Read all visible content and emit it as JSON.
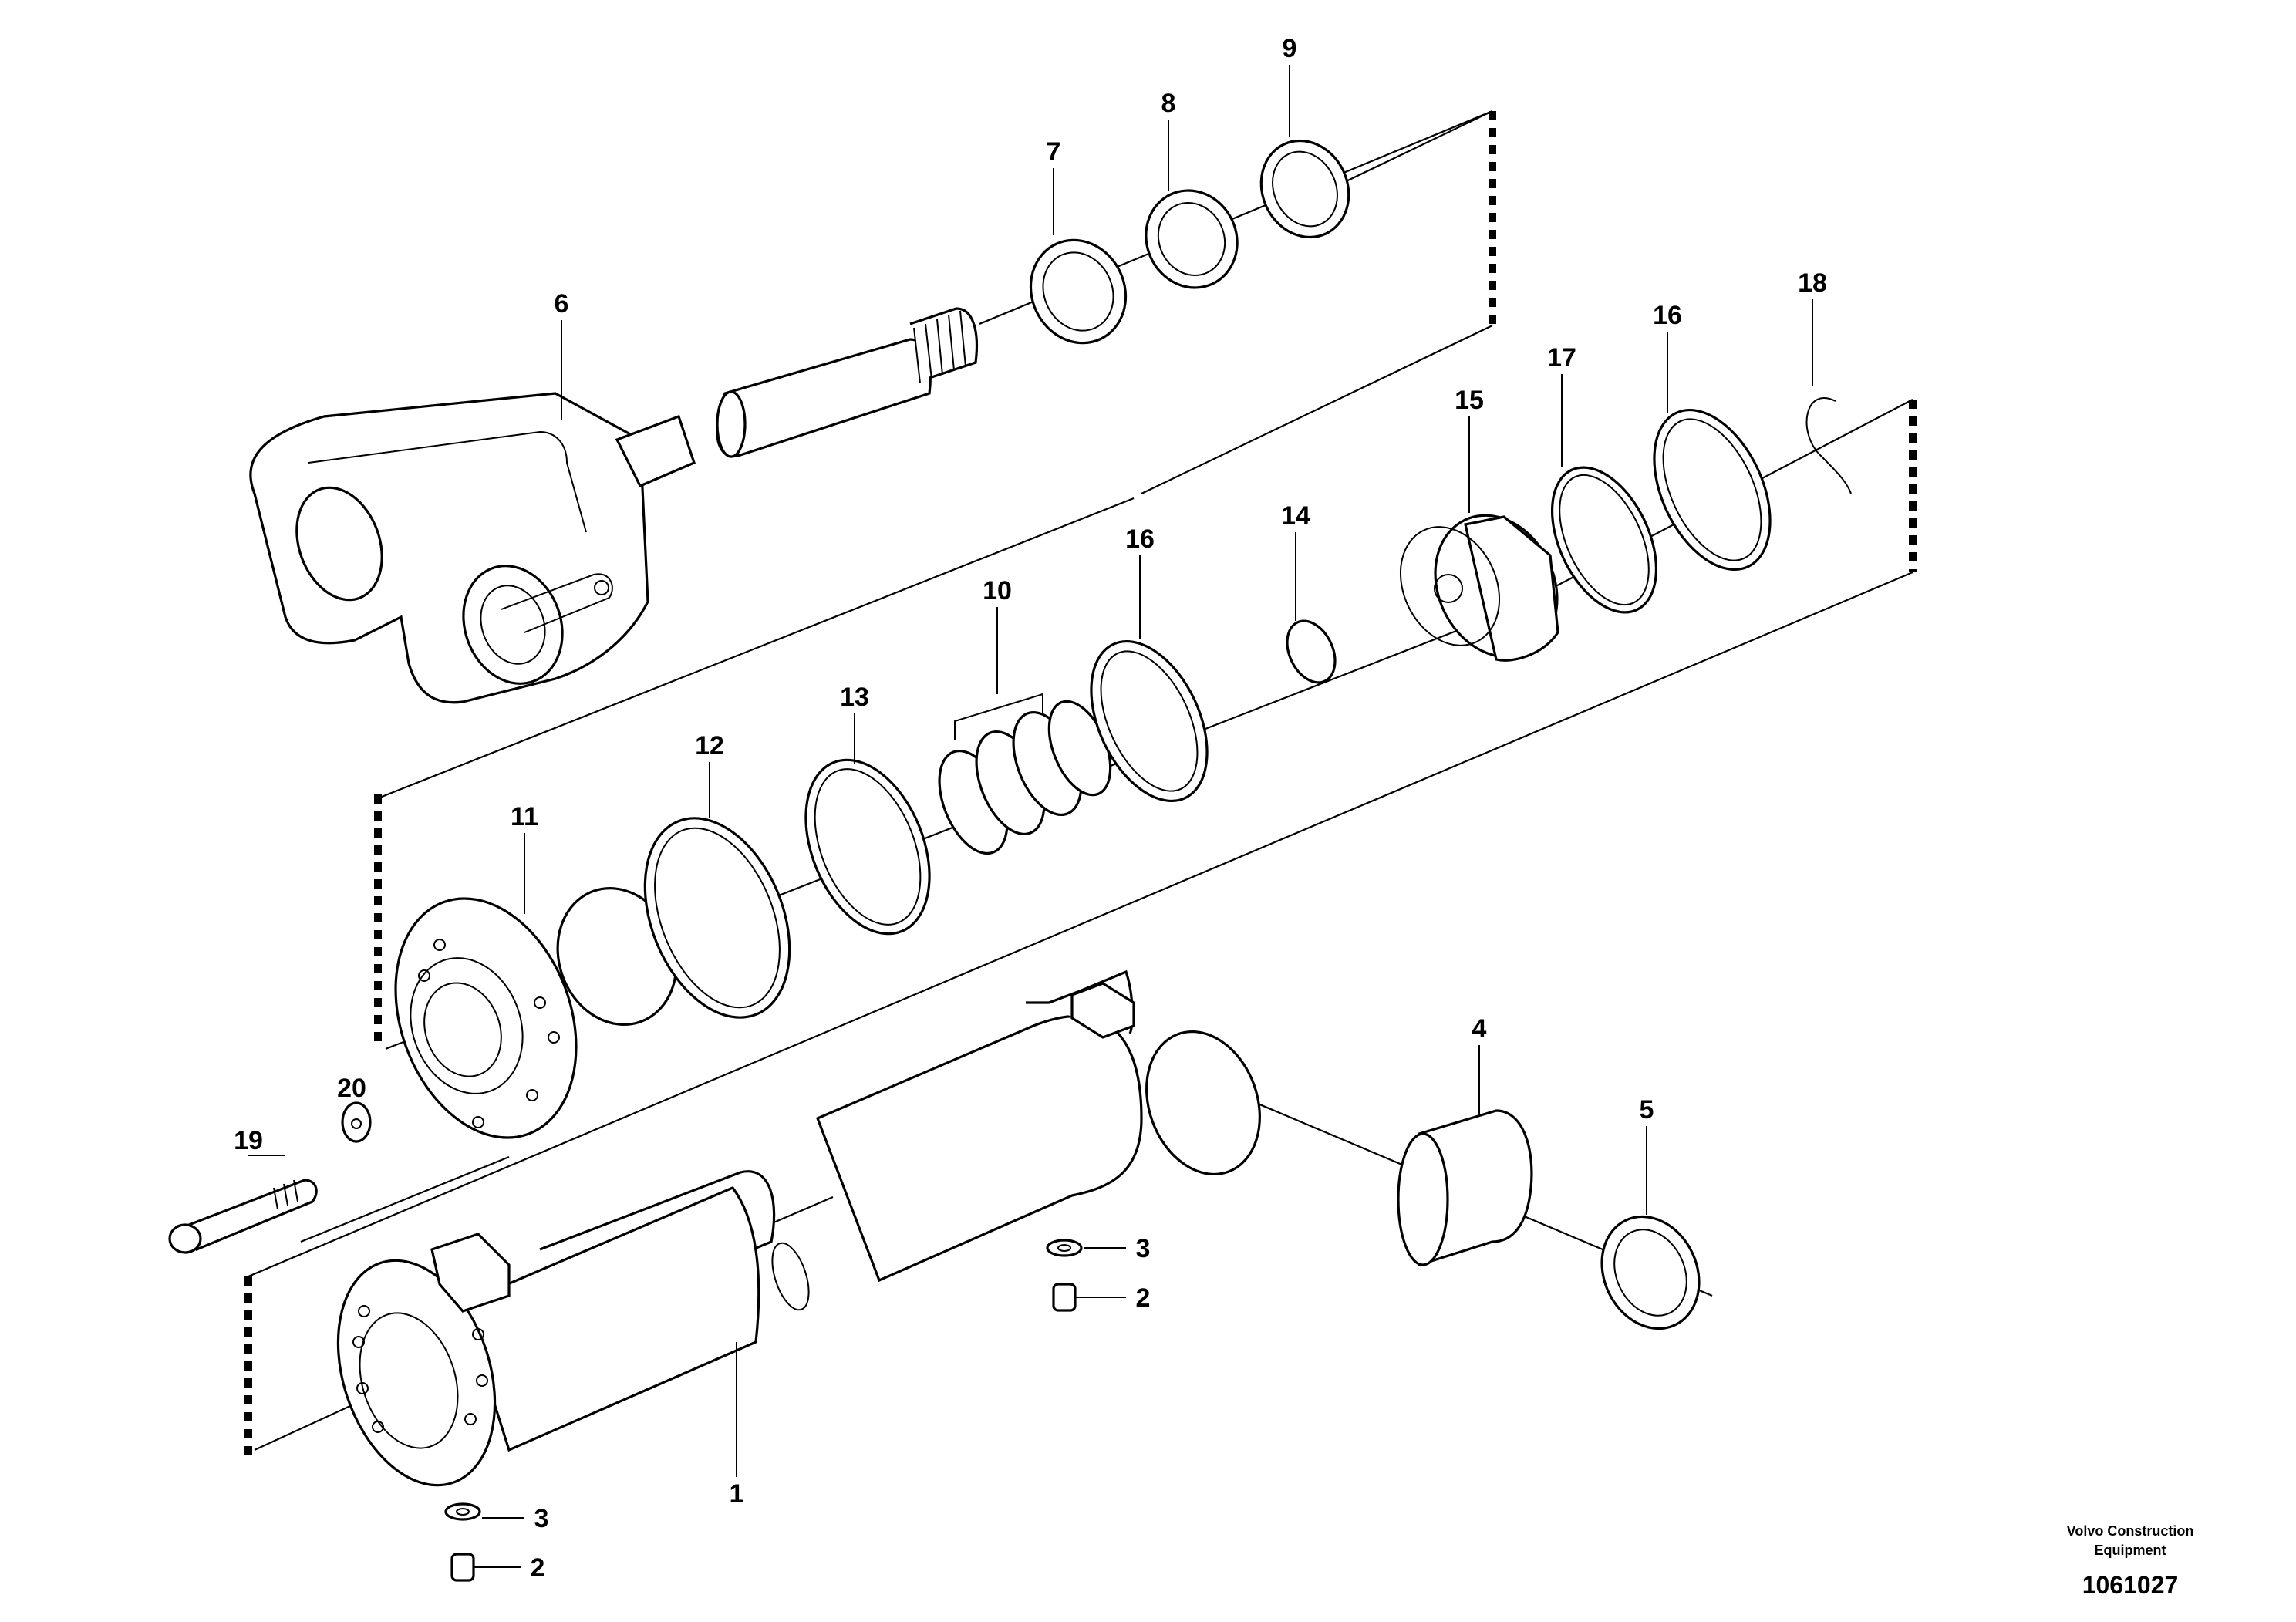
{
  "diagram": {
    "callouts": {
      "p1": "1",
      "p2a": "2",
      "p2b": "2",
      "p3a": "3",
      "p3b": "3",
      "p4": "4",
      "p5": "5",
      "p6": "6",
      "p7": "7",
      "p8": "8",
      "p9": "9",
      "p10": "10",
      "p11": "11",
      "p12": "12",
      "p13": "13",
      "p14": "14",
      "p15": "15",
      "p16a": "16",
      "p16b": "16",
      "p17": "17",
      "p18": "18",
      "p19": "19",
      "p20": "20"
    },
    "brand_line1": "Volvo Construction",
    "brand_line2": "Equipment",
    "document_number": "1061027"
  }
}
